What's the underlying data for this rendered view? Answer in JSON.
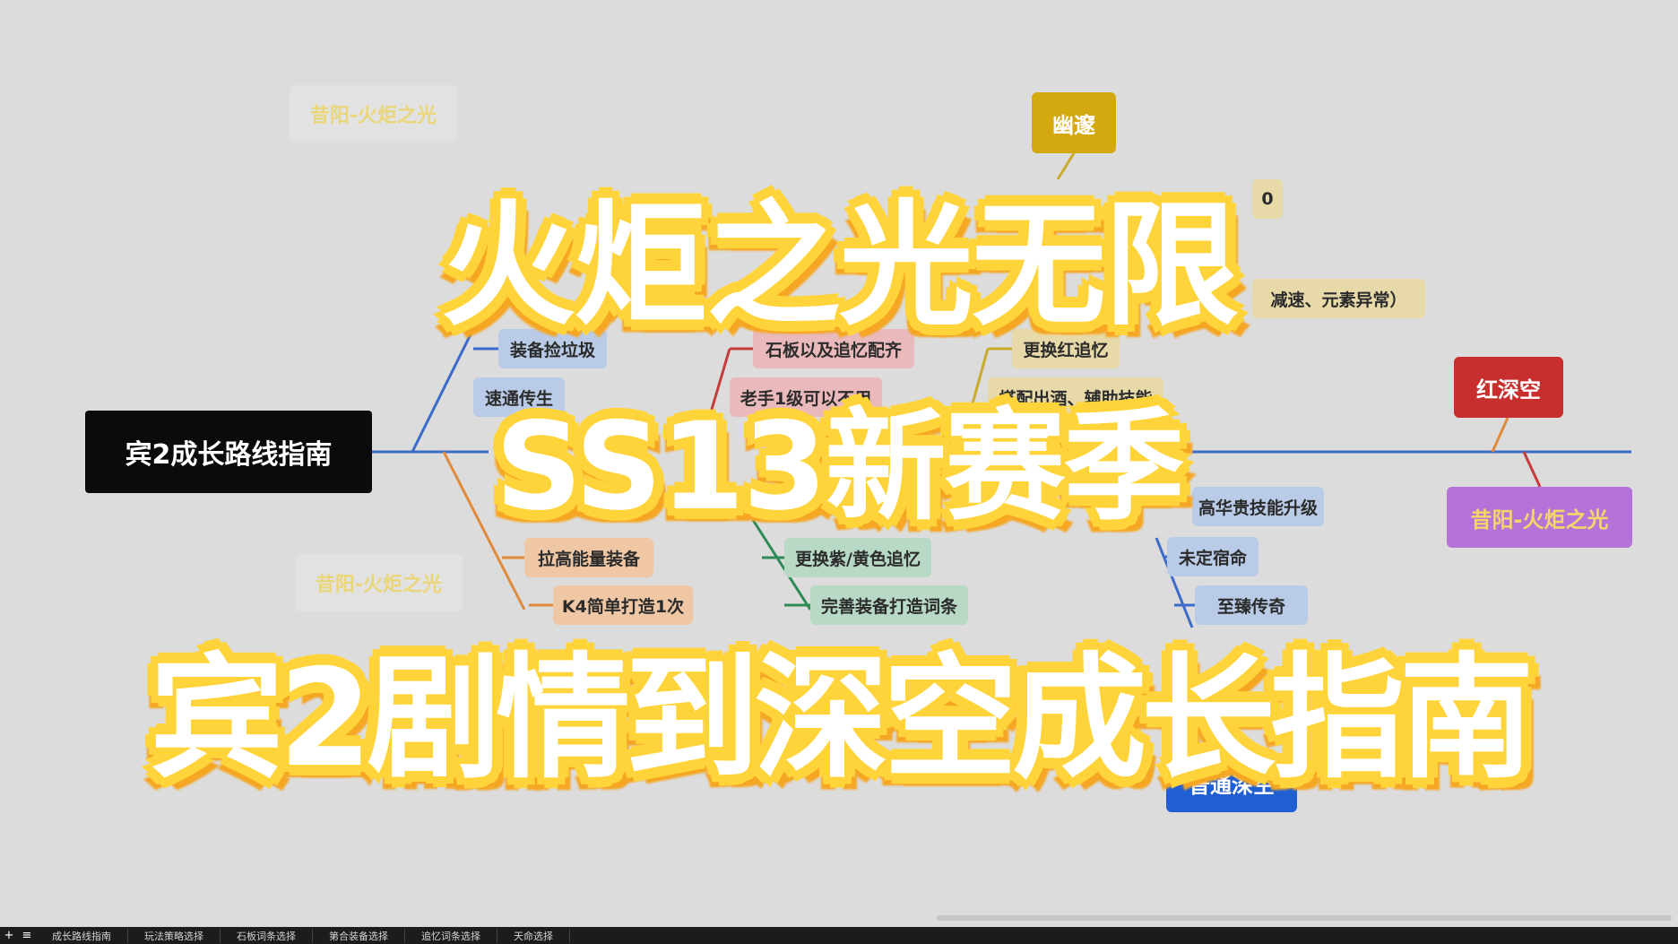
{
  "mindmap": {
    "root": {
      "label": "宾2成长路线指南"
    },
    "nodes": [
      {
        "id": "faded-1",
        "label": "昔阳-火炬之光",
        "style": "faded",
        "bg": "#e2e2e2"
      },
      {
        "id": "faded-2",
        "label": "昔阳-火炬之光",
        "style": "faded",
        "bg": "#e2e2e2"
      },
      {
        "id": "youyi",
        "label": "幽邃",
        "style": "big",
        "bg": "#d4a90f"
      },
      {
        "id": "hongshenkong",
        "label": "红深空",
        "style": "big",
        "bg": "#c92e2e"
      },
      {
        "id": "purple-tag",
        "label": "昔阳-火炬之光",
        "style": "big",
        "bg": "#b572d9",
        "color": "#f3d56a"
      },
      {
        "id": "putong",
        "label": "普通深空",
        "style": "big",
        "bg": "#1f5fd1"
      },
      {
        "id": "zhuangbei",
        "label": "装备捡垃圾",
        "bg": "#b9cbe6"
      },
      {
        "id": "sutong",
        "label": "速通传生",
        "bg": "#b9cbe6"
      },
      {
        "id": "shiban",
        "label": "石板以及追忆配齐",
        "bg": "#e9b9bb"
      },
      {
        "id": "laoshou",
        "label": "老手1级可以不用",
        "bg": "#e9b9bb"
      },
      {
        "id": "genghuan-hong",
        "label": "更换红追忆",
        "bg": "#e7d9a8"
      },
      {
        "id": "jiansu",
        "label": "减速、元素异常）",
        "bg": "#e7d9a8"
      },
      {
        "id": "tiaozheng",
        "label": "搭配出酒、辅助技能",
        "bg": "#e7d9a8"
      },
      {
        "id": "yellow-0",
        "label": "0",
        "bg": "#e7d9a8"
      },
      {
        "id": "hua",
        "label": "高华贵技能升级",
        "bg": "#b9cbe6"
      },
      {
        "id": "weiding",
        "label": "未定宿命",
        "bg": "#b9cbe6"
      },
      {
        "id": "zhizhen",
        "label": "至臻传奇",
        "bg": "#b9cbe6"
      },
      {
        "id": "lagao",
        "label": "拉高能量装备",
        "bg": "#efc7a4"
      },
      {
        "id": "k4",
        "label": "K4简单打造1次",
        "bg": "#efc7a4"
      },
      {
        "id": "genghuan-zi",
        "label": "更换紫/黄色追忆",
        "bg": "#b8d9c6"
      },
      {
        "id": "wanshan",
        "label": "完善装备打造词条",
        "bg": "#b8d9c6"
      }
    ]
  },
  "title": {
    "line1": "火炬之光无限",
    "line2": "SS13新赛季",
    "line3": "宾2剧情到深空成长指南"
  },
  "sheet_tabs": [
    "成长路线指南",
    "玩法策略选择",
    "石板词条选择",
    "第合装备选择",
    "追忆词条选择",
    "天命选择"
  ],
  "tabbar_controls": [
    "+",
    "≡"
  ]
}
